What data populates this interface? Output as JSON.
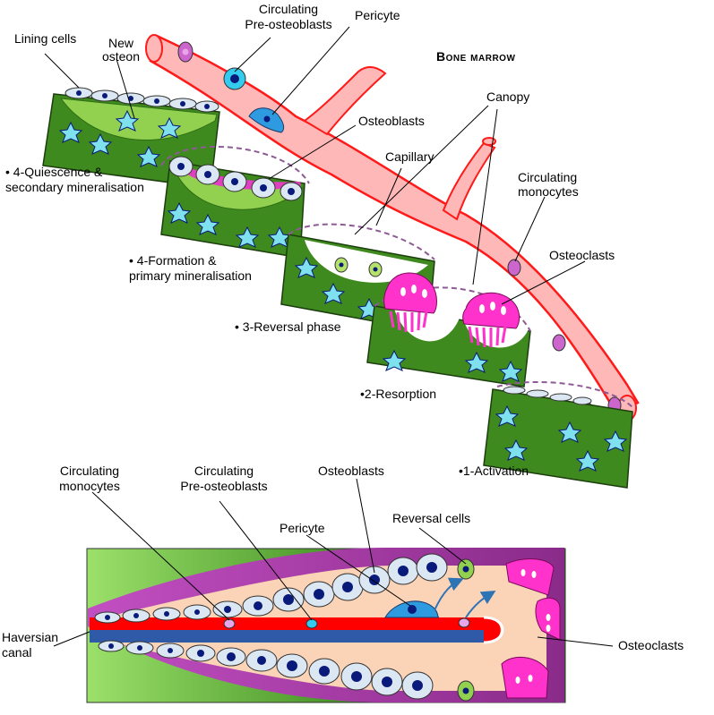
{
  "top": {
    "title": "Bone marrow",
    "labels": {
      "lining_cells": "Lining cells",
      "new_osteon_1": "New",
      "new_osteon_2": "osteon",
      "circ_pre_1": "Circulating",
      "circ_pre_2": "Pre-osteoblasts",
      "pericyte": "Pericyte",
      "canopy": "Canopy",
      "osteoblasts": "Osteoblasts",
      "capillary": "Capillary",
      "circ_mono_1": "Circulating",
      "circ_mono_2": "monocytes",
      "osteoclasts": "Osteoclasts"
    },
    "phases": {
      "quiescence_1": "• 4-Quiescence &",
      "quiescence_2": "secondary mineralisation",
      "formation_1": "• 4-Formation &",
      "formation_2": "primary mineralisation",
      "reversal": "• 3-Reversal phase",
      "resorption": "•2-Resorption",
      "activation": "•1-Activation"
    }
  },
  "bottom": {
    "labels": {
      "circ_mono_1": "Circulating",
      "circ_mono_2": "monocytes",
      "circ_pre_1": "Circulating",
      "circ_pre_2": "Pre-osteoblasts",
      "osteoblasts": "Osteoblasts",
      "pericyte": "Pericyte",
      "reversal_cells": "Reversal cells",
      "haversian_1": "Haversian",
      "haversian_2": "canal",
      "osteoclasts": "Osteoclasts"
    }
  },
  "colors": {
    "bone_green": "#3e8a1e",
    "light_green": "#92d050",
    "vessel_pink": "#ffb3b3",
    "vessel_red": "#ff0000",
    "osteoclast_magenta": "#ff33cc",
    "lining_cell": "#dbe8f3",
    "nucleus_navy": "#0a1a7a",
    "purple": "#993399",
    "peach": "#fbd3b7",
    "cyan": "#3ec8e0"
  }
}
